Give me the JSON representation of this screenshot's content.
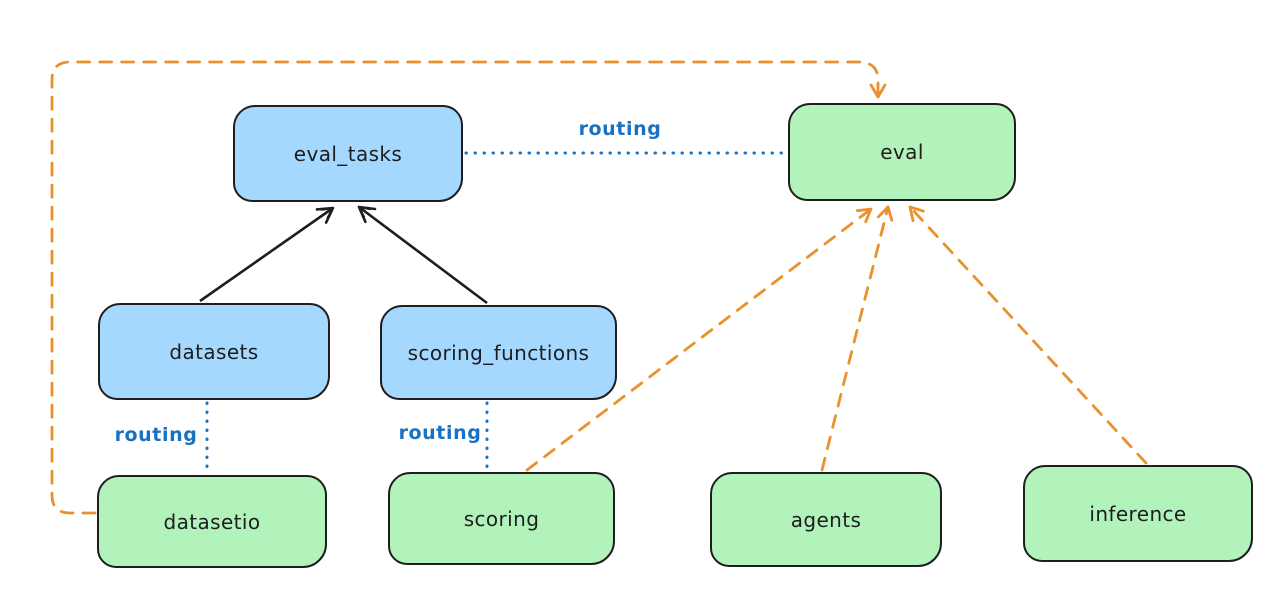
{
  "diagram": {
    "background_color": "#ffffff",
    "colors": {
      "node_stroke": "#1e1e1e",
      "blue_node_fill": "#a5d8ff",
      "green_node_fill": "#b2f2bb",
      "orange_edge": "#e8912d",
      "blue_edge_and_label": "#1971c2",
      "solid_edge": "#1e1e1e"
    },
    "nodes": [
      {
        "id": "eval_tasks",
        "label": "eval_tasks",
        "color": "blue"
      },
      {
        "id": "eval",
        "label": "eval",
        "color": "green"
      },
      {
        "id": "datasets",
        "label": "datasets",
        "color": "blue"
      },
      {
        "id": "scoring_functions",
        "label": "scoring_functions",
        "color": "blue"
      },
      {
        "id": "datasetio",
        "label": "datasetio",
        "color": "green"
      },
      {
        "id": "scoring",
        "label": "scoring",
        "color": "green"
      },
      {
        "id": "agents",
        "label": "agents",
        "color": "green"
      },
      {
        "id": "inference",
        "label": "inference",
        "color": "green"
      }
    ],
    "edges": [
      {
        "from": "datasets",
        "to": "eval_tasks",
        "style": "solid-black-arrow"
      },
      {
        "from": "scoring_functions",
        "to": "eval_tasks",
        "style": "solid-black-arrow"
      },
      {
        "from": "eval_tasks",
        "to": "eval",
        "style": "dotted-blue",
        "label": "routing"
      },
      {
        "from": "datasets",
        "to": "datasetio",
        "style": "dotted-blue",
        "label": "routing"
      },
      {
        "from": "scoring_functions",
        "to": "scoring",
        "style": "dotted-blue",
        "label": "routing"
      },
      {
        "from": "datasetio",
        "to": "eval",
        "style": "dashed-orange-arrow"
      },
      {
        "from": "scoring",
        "to": "eval",
        "style": "dashed-orange-arrow"
      },
      {
        "from": "agents",
        "to": "eval",
        "style": "dashed-orange-arrow"
      },
      {
        "from": "inference",
        "to": "eval",
        "style": "dashed-orange-arrow"
      }
    ],
    "routing_labels": [
      {
        "text": "routing"
      },
      {
        "text": "routing"
      },
      {
        "text": "routing"
      }
    ]
  }
}
